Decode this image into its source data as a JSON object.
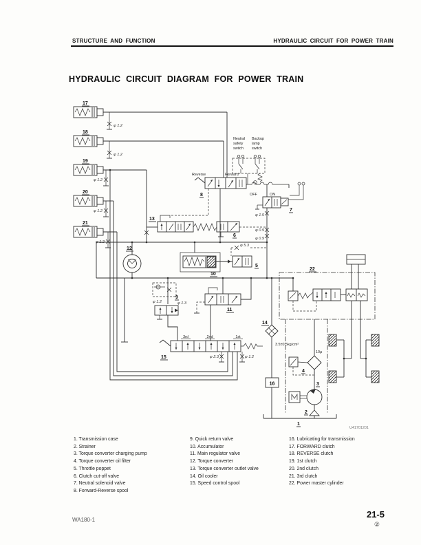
{
  "page": {
    "header_left": "STRUCTURE AND FUNCTION",
    "header_right": "HYDRAULIC CIRCUIT FOR POWER TRAIN",
    "title": "HYDRAULIC CIRCUIT DIAGRAM FOR POWER TRAIN",
    "footer_model": "WA180-1",
    "page_number": "21-5",
    "page_circle": "②"
  },
  "diagram": {
    "drawing_number": "U41701201",
    "numbers": {
      "n1": "1",
      "n2": "2",
      "n3": "3",
      "n4": "4",
      "n5": "5",
      "n6": "6",
      "n7": "7",
      "n8": "8",
      "n9": "9",
      "n10": "10",
      "n11": "11",
      "n12": "12",
      "n13": "13",
      "n14": "14",
      "n15": "15",
      "n16": "16",
      "n17": "17",
      "n18": "18",
      "n19": "19",
      "n20": "20",
      "n21": "21",
      "n22": "22"
    },
    "labels": {
      "reverse": "Reverse",
      "forward": "Forward",
      "off": "OFF",
      "on": "ON",
      "ns1": "Neutral",
      "ns2": "safety",
      "ns3": "switch",
      "bl1": "Backup",
      "bl2": "lamp",
      "bl3": "switch",
      "g3": "3rd",
      "g2": "2nd",
      "g1": "1st",
      "pressure": "3.5±0.5kg/cm²",
      "micron": "10μ"
    },
    "orifices": {
      "c17": "φ 1.2",
      "c18": "φ 1.2",
      "c19": "φ 1.2",
      "c20": "φ 1.2",
      "c21": "φ 1.2",
      "v7": "φ 1.5",
      "t1": "φ 0.9",
      "t2": "φ 0.9",
      "v5": "φ 5.3",
      "q1": "φ 1.2",
      "q2": "φ 1.3",
      "s1": "φ 2.3",
      "s2": "φ 1.2"
    }
  },
  "legend": {
    "col1": [
      "1. Transmission case",
      "2. Strainer",
      "3. Torque converter charging pump",
      "4. Torque converter oil filter",
      "5. Throttle poppet",
      "6. Clutch cut-off valve",
      "7. Neutral solenoid valve",
      "8. Forward-Reverse spool"
    ],
    "col2": [
      "9. Quick return valve",
      "10. Accumulator",
      "11. Main regulator valve",
      "12. Torque converter",
      "13. Torque converter outlet valve",
      "14. Oil cooler",
      "15. Speed control spool"
    ],
    "col3": [
      "16. Lubricating for transmission",
      "17. FORWARD clutch",
      "18. REVERSE clutch",
      "19. 1st clutch",
      "20. 2nd clutch",
      "21. 3rd clutch",
      "22. Power master cylinder"
    ]
  }
}
